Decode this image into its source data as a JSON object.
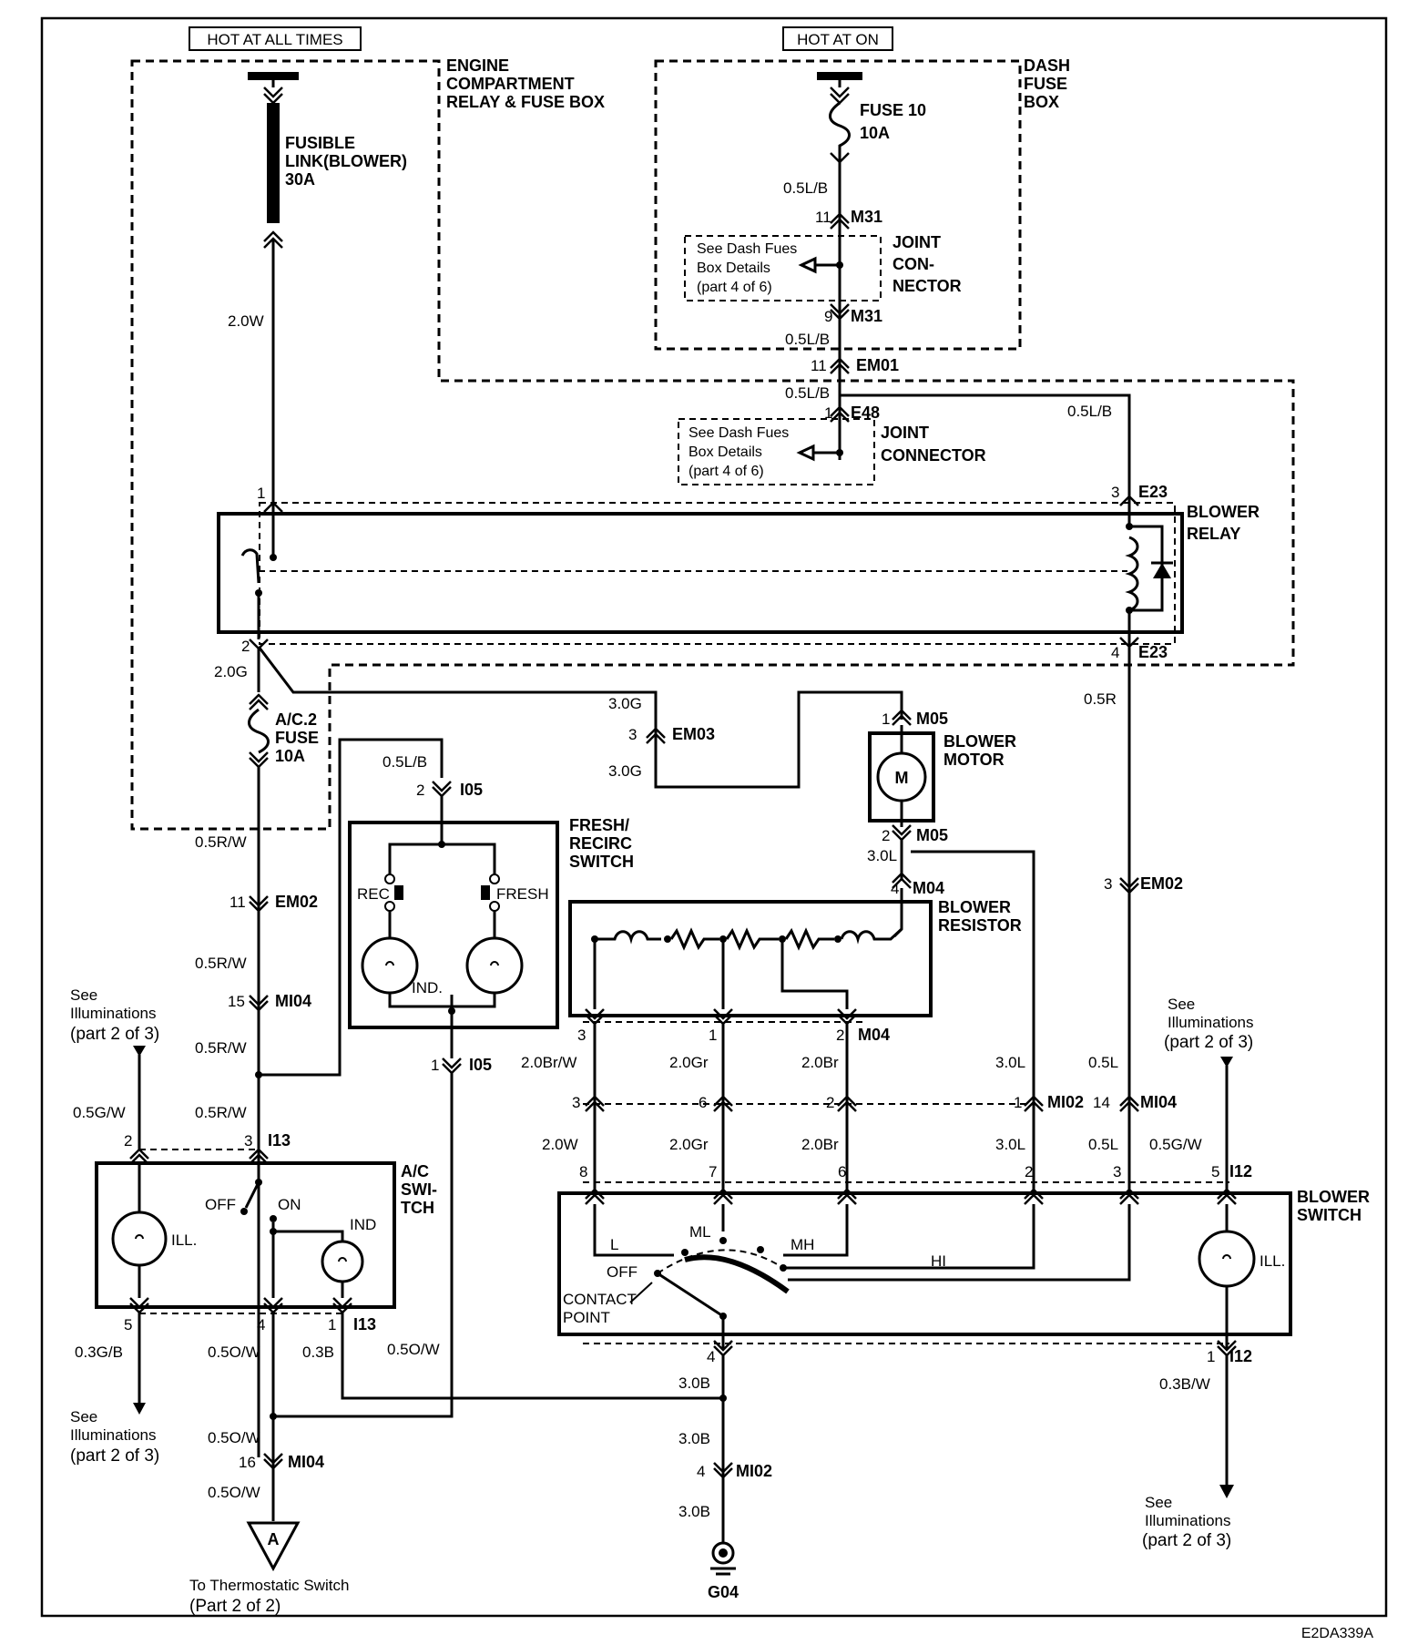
{
  "diagram_code": "E2DA339A",
  "headers": {
    "hot_all_times": "HOT AT ALL TIMES",
    "hot_at_on": "HOT AT ON"
  },
  "boxes": {
    "engine_box": [
      "ENGINE",
      "COMPARTMENT",
      "RELAY & FUSE BOX"
    ],
    "dash_box": [
      "DASH",
      "FUSE",
      "BOX"
    ]
  },
  "fuses": {
    "fusible_link": [
      "FUSIBLE",
      "LINK(BLOWER)",
      "30A"
    ],
    "fuse10": [
      "FUSE 10",
      "10A"
    ],
    "ac2": [
      "A/C.2",
      "FUSE",
      "10A"
    ]
  },
  "components": {
    "blower_relay": [
      "BLOWER",
      "RELAY"
    ],
    "blower_motor": [
      "BLOWER",
      "MOTOR"
    ],
    "motor_symbol": "M",
    "blower_resistor": [
      "BLOWER",
      "RESISTOR"
    ],
    "fresh_switch": [
      "FRESH/",
      "RECIRC",
      "SWITCH"
    ],
    "ac_switch": [
      "A/C",
      "SWI-",
      "TCH"
    ],
    "blower_switch": [
      "BLOWER",
      "SWITCH"
    ],
    "joint1": [
      "JOINT",
      "CON-",
      "NECTOR"
    ],
    "joint2": [
      "JOINT",
      "CONNECTOR"
    ],
    "see_dash1": [
      "See Dash Fues",
      "Box Details",
      "(part 4 of 6)"
    ],
    "see_dash2": [
      "See Dash Fues",
      "Box Details",
      "(part 4 of 6)"
    ]
  },
  "switch_labels": {
    "rec": "REC",
    "fresh": "FRESH",
    "ind": "IND.",
    "off": "OFF",
    "on": "ON",
    "ind2": "IND",
    "ill": "ILL.",
    "l": "L",
    "ml": "ML",
    "mh": "MH",
    "hi": "HI",
    "off2": "OFF",
    "contact": "CONTACT",
    "point": "POINT"
  },
  "wires": {
    "w20w": "2.0W",
    "w05lb_a": "0.5L/B",
    "w05lb_b": "0.5L/B",
    "w05lb_c": "0.5L/B",
    "w05lb_d": "0.5L/B",
    "w20g": "2.0G",
    "w30g_a": "3.0G",
    "w30g_b": "3.0G",
    "w05r": "0.5R",
    "w05lb_fresh": "0.5L/B",
    "w05rw_a": "0.5R/W",
    "w05rw_b": "0.5R/W",
    "w05rw_c": "0.5R/W",
    "w05rw_d": "0.5R/W",
    "w30l_a": "3.0L",
    "w20brw": "2.0Br/W",
    "w20gr_a": "2.0Gr",
    "w20br_a": "2.0Br",
    "w30l_b": "3.0L",
    "w05l_a": "0.5L",
    "w05gw_a": "0.5G/W",
    "w20w_b": "2.0W",
    "w20gr_b": "2.0Gr",
    "w20br_b": "2.0Br",
    "w30l_c": "3.0L",
    "w05l_b": "0.5L",
    "w05gw_b": "0.5G/W",
    "w03gb": "0.3G/B",
    "w05ow_a": "0.5O/W",
    "w03b": "0.3B",
    "w05ow_b": "0.5O/W",
    "w30b_a": "3.0B",
    "w30b_b": "3.0B",
    "w30b_c": "3.0B",
    "w03bw": "0.3B/W",
    "w05ow_c": "0.5O/W",
    "w05ow_d": "0.5O/W"
  },
  "connectors": {
    "m31_top_pin": "11",
    "m31_top": "M31",
    "m31_bot_pin": "9",
    "m31_bot": "M31",
    "em01_pin": "11",
    "em01": "EM01",
    "e48_pin": "1",
    "e48": "E48",
    "relay_p1": "1",
    "relay_p2": "2",
    "e23_top_pin": "3",
    "e23_top": "E23",
    "e23_bot_pin": "4",
    "e23_bot": "E23",
    "em03_pin": "3",
    "em03": "EM03",
    "m05_top_pin": "1",
    "m05_top": "M05",
    "m05_bot_pin": "2",
    "m05_bot": "M05",
    "i05_top_pin": "2",
    "i05_top": "I05",
    "i05_bot_pin": "1",
    "i05_bot": "I05",
    "m04_top_pin": "4",
    "m04_top": "M04",
    "em02_left_pin": "11",
    "em02_left": "EM02",
    "em02_right_pin": "3",
    "em02_right": "EM02",
    "mi04_left_pin": "15",
    "mi04_left": "MI04",
    "m04_b3": "3",
    "m04_b1": "1",
    "m04_b2": "2",
    "m04_bot": "M04",
    "mi02_row": [
      "3",
      "6",
      "2",
      "1"
    ],
    "mi02": "MI02",
    "mi04_right_pin": "14",
    "mi04_right": "MI04",
    "i13_top_p2": "2",
    "i13_top_p3": "3",
    "i13_top": "I13",
    "bs_top": [
      "8",
      "7",
      "6",
      "2",
      "3",
      "5"
    ],
    "i12_top": "I12",
    "i13_bot_p5": "5",
    "i13_bot_p4": "4",
    "i13_bot_p1": "1",
    "i13_bot": "I13",
    "bs_bot_pin": "4",
    "i12_bot_pin": "1",
    "i12_bot": "I12",
    "mi04_bot_pin": "16",
    "mi04_bot": "MI04",
    "mi02_bot_pin": "4",
    "mi02_bot": "MI02",
    "ground": "G04",
    "term_a": "A"
  },
  "references": {
    "see_ill_tl": [
      "See",
      "Illuminations",
      "(part 2 of 3)"
    ],
    "see_ill_bl": [
      "See",
      "Illuminations",
      "(part 2 of 3)"
    ],
    "see_ill_tr": [
      "See",
      "Illuminations",
      "(part 2 of 3)"
    ],
    "see_ill_br": [
      "See",
      "Illuminations",
      "(part 2 of 3)"
    ],
    "thermo": [
      "To Thermostatic Switch",
      "(Part  2 of 2)"
    ]
  }
}
